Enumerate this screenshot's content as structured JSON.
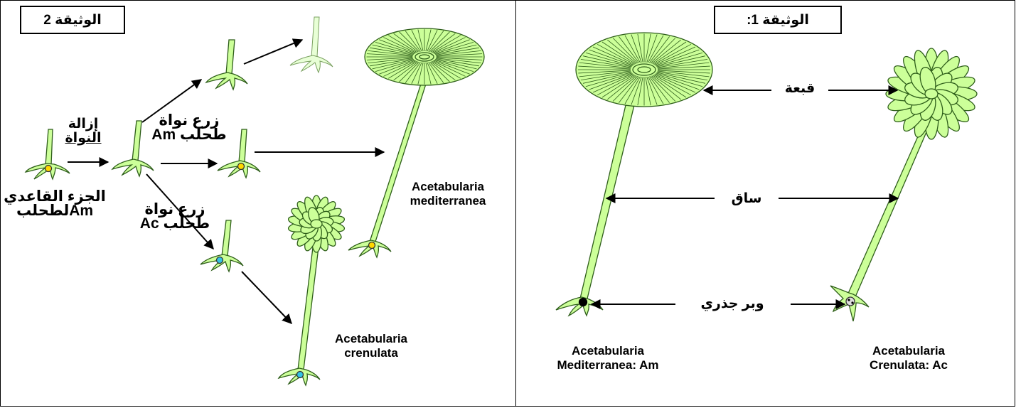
{
  "doc2": {
    "title": "الوثيقة 2",
    "labels": {
      "remove_nucleus_line1": "إزالة",
      "remove_nucleus_line2": "النواة",
      "graft_am_line1": "زرع نواة",
      "graft_am_line2": "طحلب Am",
      "graft_ac_line1": "زرع نواة",
      "graft_ac_line2": "طحلب Ac",
      "base_line1": "الجزء القاعدي",
      "base_line2": "Amلطحلب",
      "mediterranea_line1": "Acetabularia",
      "mediterranea_line2": "mediterranea",
      "crenulata_line1": "Acetabularia",
      "crenulata_line2": "crenulata"
    }
  },
  "doc1": {
    "title": "الوثيقة 1:",
    "labels": {
      "cap": "قبعة",
      "stalk": "ساق",
      "rhizoid": "وبر جذري",
      "am_line1": "Acetabularia",
      "am_line2": "Mediterranea: Am",
      "ac_line1": "Acetabularia",
      "ac_line2": "Crenulata: Ac"
    }
  },
  "colors": {
    "plant_fill": "#ccff99",
    "plant_stroke": "#2e5e1a",
    "nucleus_am": "#ffd700",
    "nucleus_ac": "#33c3e6",
    "nucleus_dark": "#000000"
  }
}
